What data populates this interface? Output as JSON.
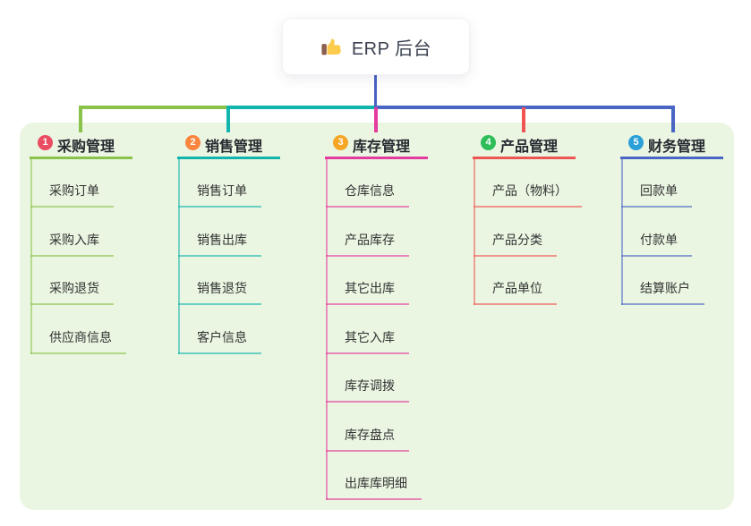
{
  "root": {
    "label": "ERP 后台",
    "icon": "thumbs-up-icon",
    "stub_color": "#4a61c4"
  },
  "panel": {
    "background": "#eaf6e2"
  },
  "branches": [
    {
      "number": "1",
      "label": "采购管理",
      "color": "#8bc34a",
      "badge_color": "#ea4c62",
      "items": [
        "采购订单",
        "采购入库",
        "采购退货",
        "供应商信息"
      ]
    },
    {
      "number": "2",
      "label": "销售管理",
      "color": "#12b5ad",
      "badge_color": "#f9853e",
      "items": [
        "销售订单",
        "销售出库",
        "销售退货",
        "客户信息"
      ]
    },
    {
      "number": "3",
      "label": "库存管理",
      "color": "#e53a9e",
      "badge_color": "#f5a623",
      "items": [
        "仓库信息",
        "产品库存",
        "其它出库",
        "其它入库",
        "库存调拨",
        "库存盘点",
        "出库库明细"
      ]
    },
    {
      "number": "4",
      "label": "产品管理",
      "color": "#f05553",
      "badge_color": "#2ebd59",
      "items": [
        "产品（物料）",
        "产品分类",
        "产品单位"
      ]
    },
    {
      "number": "5",
      "label": "财务管理",
      "color": "#4a66c4",
      "badge_color": "#2b9fd8",
      "items": [
        "回款单",
        "付款单",
        "结算账户"
      ]
    }
  ]
}
